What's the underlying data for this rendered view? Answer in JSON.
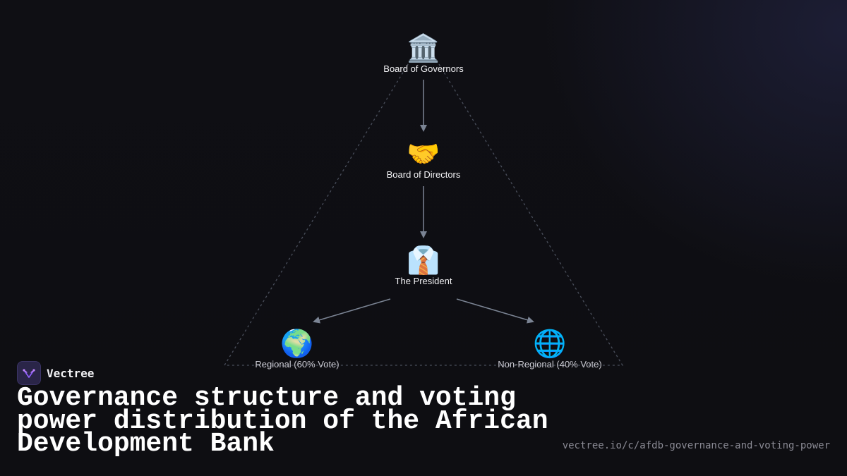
{
  "diagram": {
    "nodes": [
      {
        "id": "governors",
        "icon": "classical-building-icon",
        "glyph": "🏛️",
        "label": "Board of Governors"
      },
      {
        "id": "directors",
        "icon": "handshake-icon",
        "glyph": "🤝",
        "label": "Board of Directors"
      },
      {
        "id": "president",
        "icon": "necktie-shirt-icon",
        "glyph": "👔",
        "label": "The President"
      },
      {
        "id": "regional",
        "icon": "globe-africa-icon",
        "glyph": "🌍",
        "label": "Regional (60% Vote)"
      },
      {
        "id": "non_regional",
        "icon": "globe-meridians-icon",
        "glyph": "🌐",
        "label": "Non-Regional (40% Vote)"
      }
    ],
    "edges": [
      {
        "from": "governors",
        "to": "directors"
      },
      {
        "from": "directors",
        "to": "president"
      },
      {
        "from": "president",
        "to": "regional"
      },
      {
        "from": "president",
        "to": "non_regional"
      }
    ],
    "colors": {
      "arrow": "#7b8494",
      "triangle": "#4a4f5c"
    }
  },
  "brand": {
    "name": "Vectree",
    "logo_icon": "vectree-logo-icon",
    "accent": "#8b5cf6"
  },
  "title": "Governance structure and voting power distribution of the African Development Bank",
  "url": "vectree.io/c/afdb-governance-and-voting-power"
}
